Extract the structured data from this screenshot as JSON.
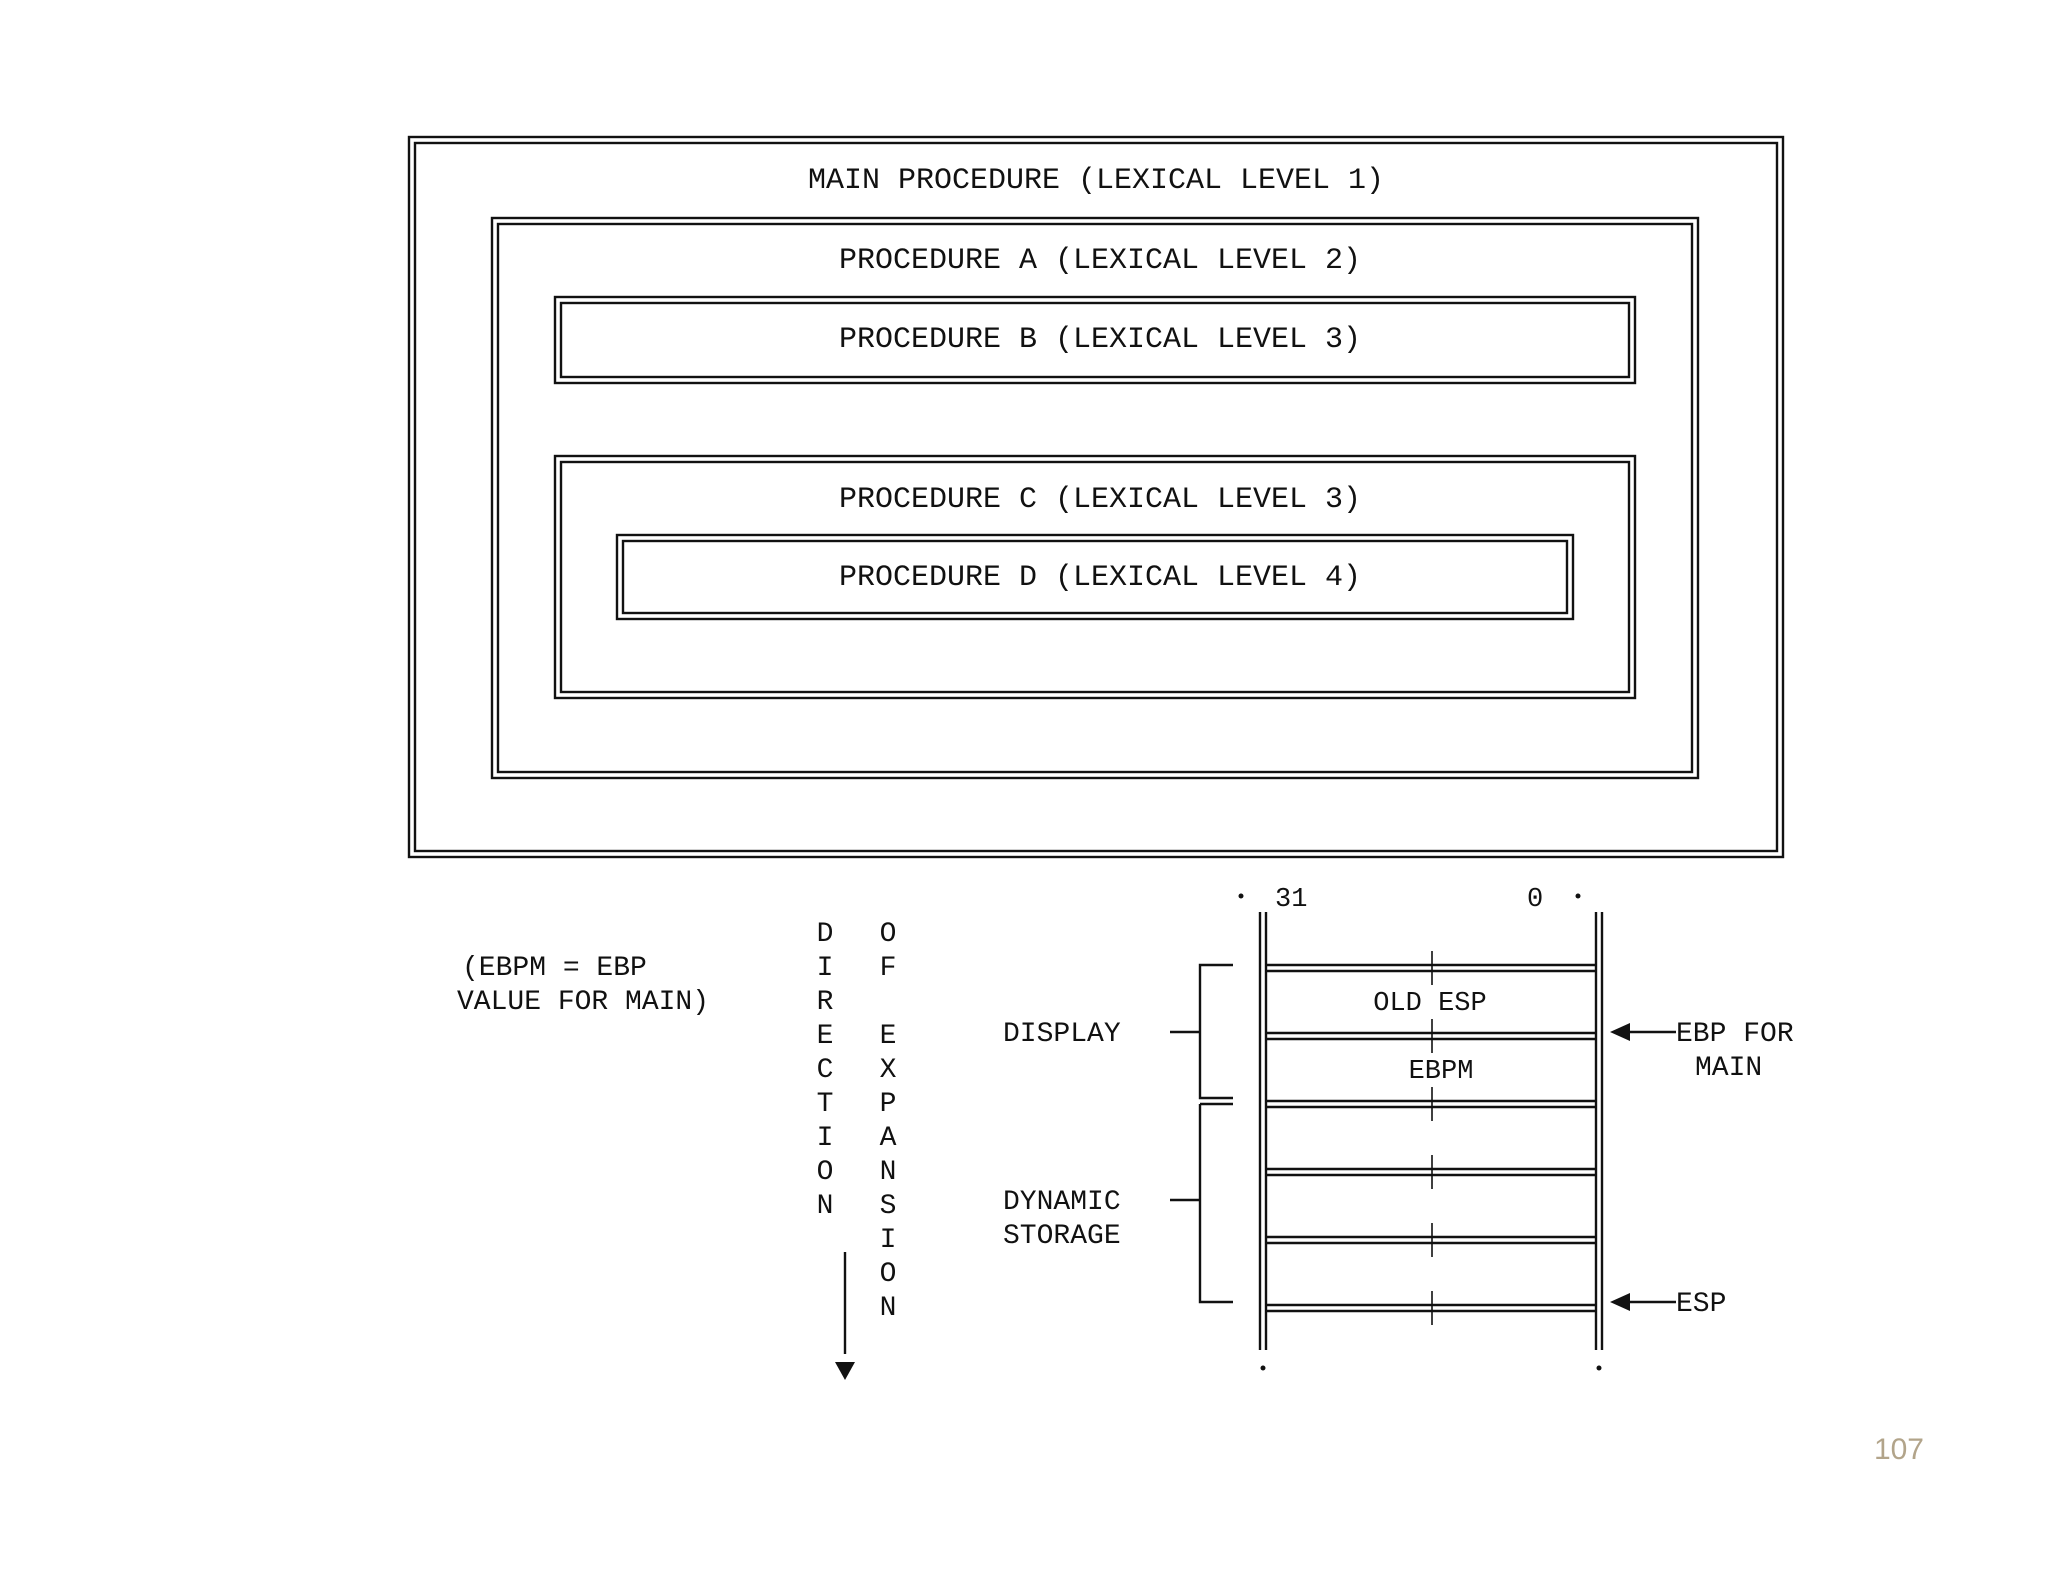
{
  "procedures": {
    "main": "MAIN PROCEDURE (LEXICAL LEVEL 1)",
    "a": "PROCEDURE A (LEXICAL LEVEL 2)",
    "b": "PROCEDURE B (LEXICAL LEVEL 3)",
    "c": "PROCEDURE C (LEXICAL LEVEL 3)",
    "d": "PROCEDURE D (LEXICAL LEVEL 4)"
  },
  "note": {
    "line1": "(EBPM = EBP",
    "line2": "VALUE FOR MAIN)"
  },
  "direction": {
    "col1": [
      "D",
      "I",
      "R",
      "E",
      "C",
      "T",
      "I",
      "O",
      "N"
    ],
    "col2": [
      "O",
      "F",
      "",
      "E",
      "X",
      "P",
      "A",
      "N",
      "S",
      "I",
      "O",
      "N"
    ]
  },
  "stack": {
    "bit_high": "31",
    "bit_low": "0",
    "cells": [
      "OLD ESP",
      "EBPM",
      "",
      "",
      ""
    ],
    "display_label": "DISPLAY",
    "dynamic_label_1": "DYNAMIC",
    "dynamic_label_2": "STORAGE",
    "ebp_label_1": "EBP FOR",
    "ebp_label_2": "MAIN",
    "esp_label": "ESP"
  },
  "page_number": "107"
}
